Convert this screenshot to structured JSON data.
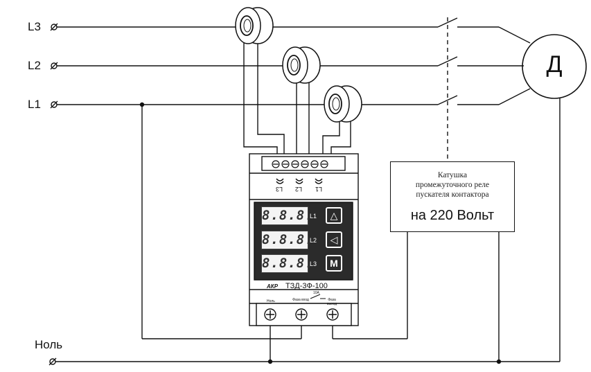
{
  "terminals": {
    "l3": "L3",
    "l2": "L2",
    "l1": "L1",
    "neutral": "Ноль"
  },
  "motor": {
    "letter": "Д"
  },
  "coil": {
    "line1": "Катушка",
    "line2": "промежуточного реле",
    "line3": "пускателя контактора",
    "voltage": "на 220 Вольт"
  },
  "device": {
    "brand": "АКР",
    "model": "ТЗД-3Ф-100",
    "sensor_labels": [
      "L3",
      "L2",
      "L1"
    ],
    "displays": [
      "8.8.8.",
      "8.8.8.",
      "8.8.8."
    ],
    "display_phases": [
      "L1",
      "L2",
      "L3"
    ],
    "buttons": [
      "△",
      "◁",
      "M"
    ],
    "bottom_labels": [
      "Ноль",
      "Фаза вход",
      "Фаза выход"
    ],
    "relay_current": "10А"
  },
  "colors": {
    "line": "#111111",
    "panel": "#2b2b2b"
  }
}
